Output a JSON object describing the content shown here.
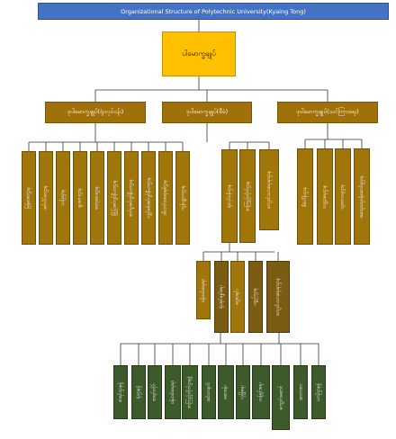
{
  "title": "Organizational Structure of Polytechnic University(Kyaing Tong)",
  "rector": "ပါမောက္ခချုပ်",
  "pro_rectors": [
    "ဒုပါမောက္ခချုပ်(ရုံးလုပ်ငန်း)",
    "ဒုပါမောက္ခချုပ်(စီမံ)",
    "ဒုပါမောက္ခချုပ်(သင်ကြားရေး)"
  ],
  "academic_depts": [
    "မြန်မာစာဌာန",
    "အင်္ဂလိပ်စာဌာန",
    "သင်္ချာဌာန",
    "ရူပဗေဒဌာန",
    "ဓာတုဗေဒဌာန",
    "မြို့ပြအင်ဂျင်နီယာဌာန",
    "စက်မှုအင်ဂျင်နီယာဌာန",
    "လျှပ်စစ်အင်ဂျင်နီယာဌာန",
    "အီလက်ထရောနစ်ဌာန",
    "ကွန်ပျူတာဌာန"
  ],
  "admin_depts": [
    "ရုံးလုပ်ငန်းဌာန",
    "စာကြည့်တိုက်ဌာန",
    "ကျောင်းသားရေးရာဌာန"
  ],
  "service_depts": [
    "စီမံကိန်းဌာန",
    "ဘဏ္ဍာရေးဌာန",
    "သုတေသနဌာန",
    "အထွေထွေဝန်ဆောင်မှုဌာန"
  ],
  "sub_units": [
    "ဝန်ထမ်းရေးရာ",
    "ရုံးအုပ်ချုပ်ရေး",
    "ငွေစာရင်း",
    "ပစ္စည်းဌာန",
    "ကျောင်းသားရေးရာဌာန"
  ],
  "sections": [
    "စာရင်းဌာနခွဲ",
    "ရုံးဌာနခွဲ",
    "စာရင်းကိုင်",
    "ဝန်ထမ်းရေးရာ",
    "စာကြည့်တိုက်ဌာနခွဲ",
    "အင်တာနက်",
    "ဆေးခန်း",
    "လုံခြုံရေး",
    "သန့်ရှင်းရေး",
    "ကျောင်းဆောင်",
    "အားကစား",
    "ယာဉ်ဌာနခွဲ"
  ]
}
